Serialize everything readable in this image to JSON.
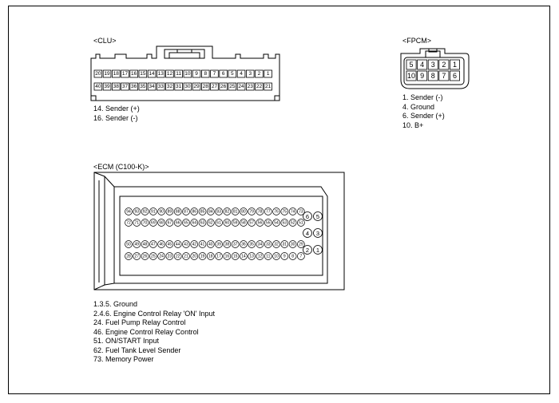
{
  "clu": {
    "title": "<CLU>",
    "top_row": [
      "20",
      "19",
      "18",
      "17",
      "16",
      "15",
      "14",
      "13",
      "12",
      "11",
      "10",
      "9",
      "8",
      "7",
      "6",
      "5",
      "4",
      "3",
      "2",
      "1"
    ],
    "bottom_row": [
      "40",
      "39",
      "38",
      "37",
      "36",
      "35",
      "34",
      "33",
      "32",
      "31",
      "30",
      "29",
      "28",
      "27",
      "26",
      "25",
      "24",
      "23",
      "22",
      "21"
    ],
    "pins": [
      "14. Sender (+)",
      "16. Sender (-)"
    ]
  },
  "fpcm": {
    "title": "<FPCM>",
    "top_row": [
      "5",
      "4",
      "3",
      "2",
      "1"
    ],
    "bottom_row": [
      "10",
      "9",
      "8",
      "7",
      "6"
    ],
    "pins": [
      "1. Sender (-)",
      "4. Ground",
      "6. Sender (+)",
      "10. B+"
    ]
  },
  "ecm": {
    "title": "<ECM (C100-K)>",
    "row1": [
      "94",
      "93",
      "92",
      "91",
      "90",
      "89",
      "88",
      "87",
      "86",
      "85",
      "84",
      "83",
      "82",
      "81",
      "80",
      "79",
      "78",
      "77",
      "76",
      "75",
      "74",
      "73"
    ],
    "row2": [
      "72",
      "71",
      "70",
      "69",
      "68",
      "67",
      "66",
      "65",
      "64",
      "63",
      "62",
      "61",
      "60",
      "59",
      "58",
      "57",
      "56",
      "55",
      "54",
      "53",
      "52",
      "51"
    ],
    "row3": [
      "50",
      "49",
      "48",
      "47",
      "46",
      "45",
      "44",
      "43",
      "42",
      "41",
      "40",
      "39",
      "38",
      "37",
      "36",
      "35",
      "34",
      "33",
      "32",
      "31",
      "30",
      "29"
    ],
    "row4": [
      "28",
      "27",
      "26",
      "25",
      "24",
      "23",
      "22",
      "21",
      "20",
      "19",
      "18",
      "17",
      "16",
      "15",
      "14",
      "13",
      "12",
      "11",
      "10",
      "9",
      "8",
      "7"
    ],
    "right_pins": [
      [
        "6",
        "5"
      ],
      [
        "4",
        "3"
      ],
      [
        "2",
        "1"
      ]
    ],
    "pins": [
      "1.3.5. Ground",
      "2.4.6. Engine Control Relay 'ON' Input",
      "24. Fuel Pump Relay Control",
      "46. Engine Control Relay Control",
      "51. ON/START Input",
      "62. Fuel Tank Level Sender",
      "73. Memory Power"
    ]
  }
}
